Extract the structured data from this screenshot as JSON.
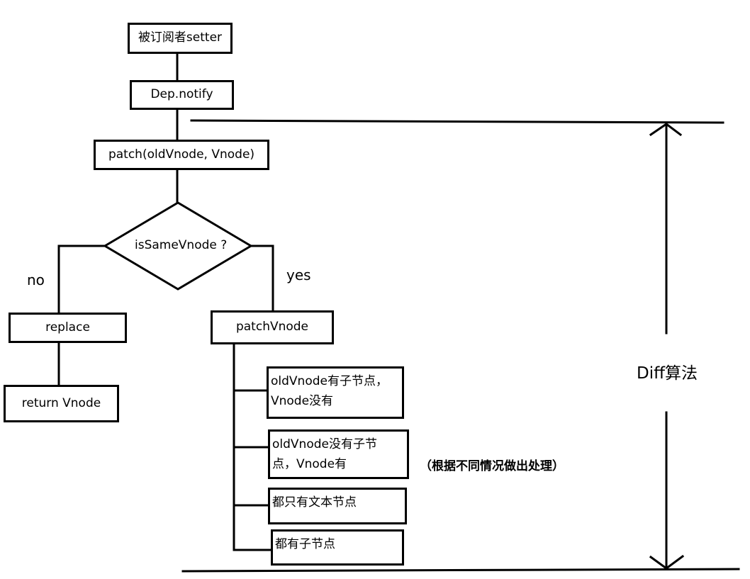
{
  "nodes": {
    "subscriber_setter": "被订阅者setter",
    "dep_notify": "Dep.notify",
    "patch": "patch(oldVnode, Vnode)",
    "is_same_vnode": "isSameVnode ?",
    "replace": "replace",
    "return_vnode": "return Vnode",
    "patch_vnode": "patchVnode",
    "case_old_has_children_line1": "oldVnode有子节点，",
    "case_old_has_children_line2": "Vnode没有",
    "case_new_has_children_line1": "oldVnode没有子节",
    "case_new_has_children_line2": "点，Vnode有",
    "case_text_only": "都只有文本节点",
    "case_both_children": "都有子节点"
  },
  "edge_labels": {
    "no": "no",
    "yes": "yes"
  },
  "annotations": {
    "diff_algorithm": "Diff算法",
    "handle_by_case": "（根据不同情况做出处理）"
  },
  "colors": {
    "stroke": "#000000",
    "background": "#ffffff"
  }
}
